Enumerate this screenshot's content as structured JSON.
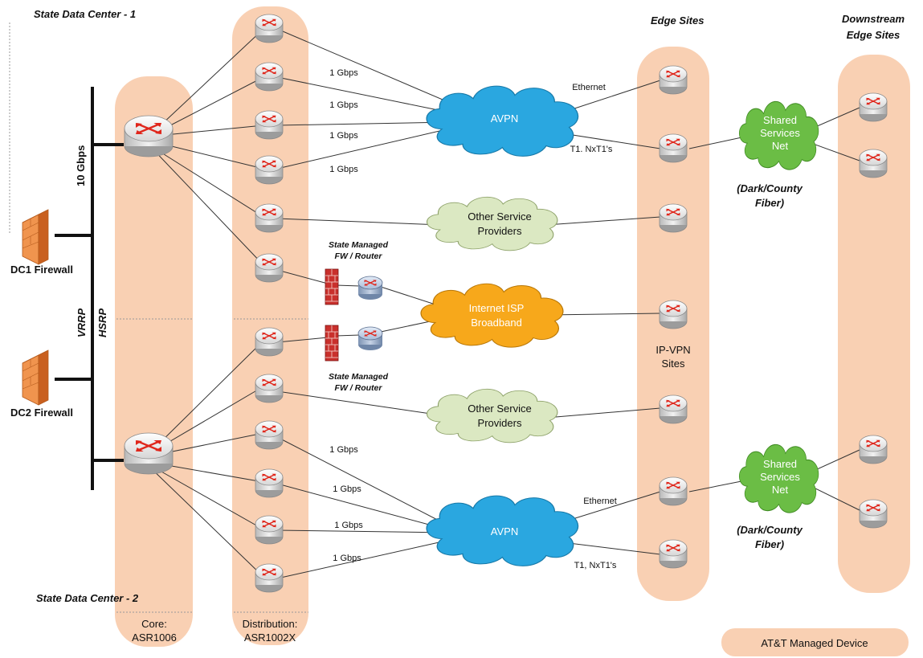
{
  "titles": {
    "dc1": "State Data Center - 1",
    "dc2": "State Data Center - 2",
    "edge_sites": "Edge Sites",
    "downstream_line1": "Downstream",
    "downstream_line2": "Edge Sites"
  },
  "columns": {
    "core_line1": "Core:",
    "core_line2": "ASR1006",
    "dist_line1": "Distribution:",
    "dist_line2": "ASR1002X"
  },
  "labels": {
    "ten_gbps": "10 Gbps",
    "vrrp": "VRRP",
    "hsrp": "HSRP",
    "dc1_firewall": "DC1 Firewall",
    "dc2_firewall": "DC2 Firewall",
    "state_managed_top_line1": "State Managed",
    "state_managed_top_line2": "FW / Router",
    "state_managed_bottom_line1": "State Managed",
    "state_managed_bottom_line2": "FW / Router",
    "ipvpn_line1": "IP-VPN",
    "ipvpn_line2": "Sites",
    "dark_fiber_top_line1": "(Dark/County",
    "dark_fiber_top_line2": "Fiber)",
    "dark_fiber_bottom_line1": "(Dark/County",
    "dark_fiber_bottom_line2": "Fiber)",
    "legend": "AT&T Managed Device"
  },
  "link_labels": {
    "top_1": "1 Gbps",
    "top_2": "1 Gbps",
    "top_3": "1 Gbps",
    "top_4": "1 Gbps",
    "bottom_1": "1 Gbps",
    "bottom_2": "1 Gbps",
    "bottom_3": "1 Gbps",
    "bottom_4": "1 Gbps",
    "ethernet_top": "Ethernet",
    "t1_top": "T1. NxT1's",
    "ethernet_bottom": "Ethernet",
    "t1_bottom": "T1, NxT1's"
  },
  "clouds": {
    "avpn_top": "AVPN",
    "other_top_line1": "Other Service",
    "other_top_line2": "Providers",
    "isp_line1": "Internet ISP",
    "isp_line2": "Broadband",
    "other_bottom_line1": "Other Service",
    "other_bottom_line2": "Providers",
    "avpn_bottom": "AVPN",
    "shared_top_line1": "Shared",
    "shared_top_line2": "Services",
    "shared_top_line3": "Net",
    "shared_bottom_line1": "Shared",
    "shared_bottom_line2": "Services",
    "shared_bottom_line3": "Net"
  },
  "colors": {
    "managed_zone": "#f9d0b3",
    "avpn_cloud": "#2aa7e0",
    "other_cloud": "#dbe8c2",
    "isp_cloud": "#f7a81b",
    "shared_cloud": "#6bbd45",
    "firewall": "#e87b3a",
    "router_arrow": "#e0261b",
    "link": "#333333"
  }
}
